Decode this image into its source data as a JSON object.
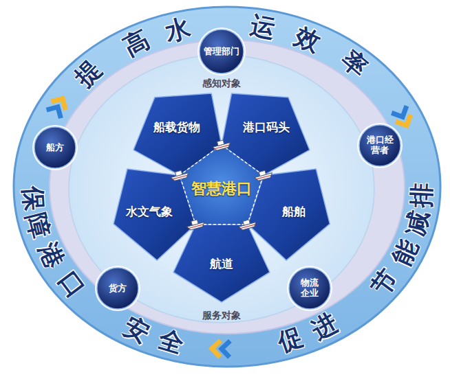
{
  "diagram": {
    "nodes": [
      {
        "text": [
          "管理部门"
        ]
      },
      {
        "text": [
          "船方"
        ]
      },
      {
        "text": [
          "船载货物"
        ]
      },
      {
        "text": [
          "港口码头"
        ]
      },
      {
        "text": [
          "港口经营者"
        ]
      },
      {
        "text": [
          "水文气象"
        ]
      },
      {
        "text": [
          "智慧港口"
        ]
      },
      {
        "text": [
          "船舶"
        ]
      },
      {
        "text": [
          "航道"
        ]
      },
      {
        "text": [
          "货方"
        ]
      },
      {
        "text": [
          "物流企业"
        ]
      }
    ],
    "labels": [
      "提高水运效率",
      "感知对象",
      "服务对象",
      "促进节能减排",
      "保障港口安全"
    ]
  }
}
